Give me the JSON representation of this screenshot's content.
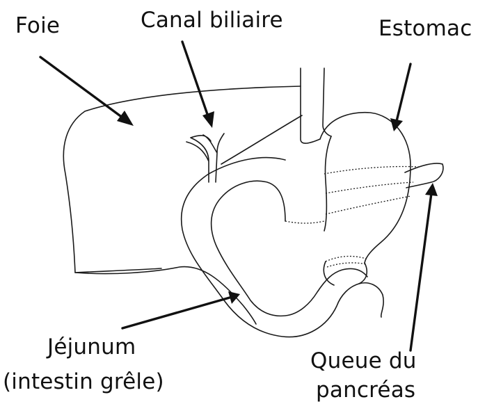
{
  "labels": {
    "liver": "Foie",
    "bile_duct": "Canal biliaire",
    "stomach": "Estomac",
    "jejunum_line1": "Jéjunum",
    "jejunum_line2": "(intestin grêle)",
    "pancreas_line1": "Queue du",
    "pancreas_line2": "pancréas"
  },
  "colors": {
    "line": "#1a1a1a",
    "text": "#111111",
    "background": "#ffffff"
  }
}
